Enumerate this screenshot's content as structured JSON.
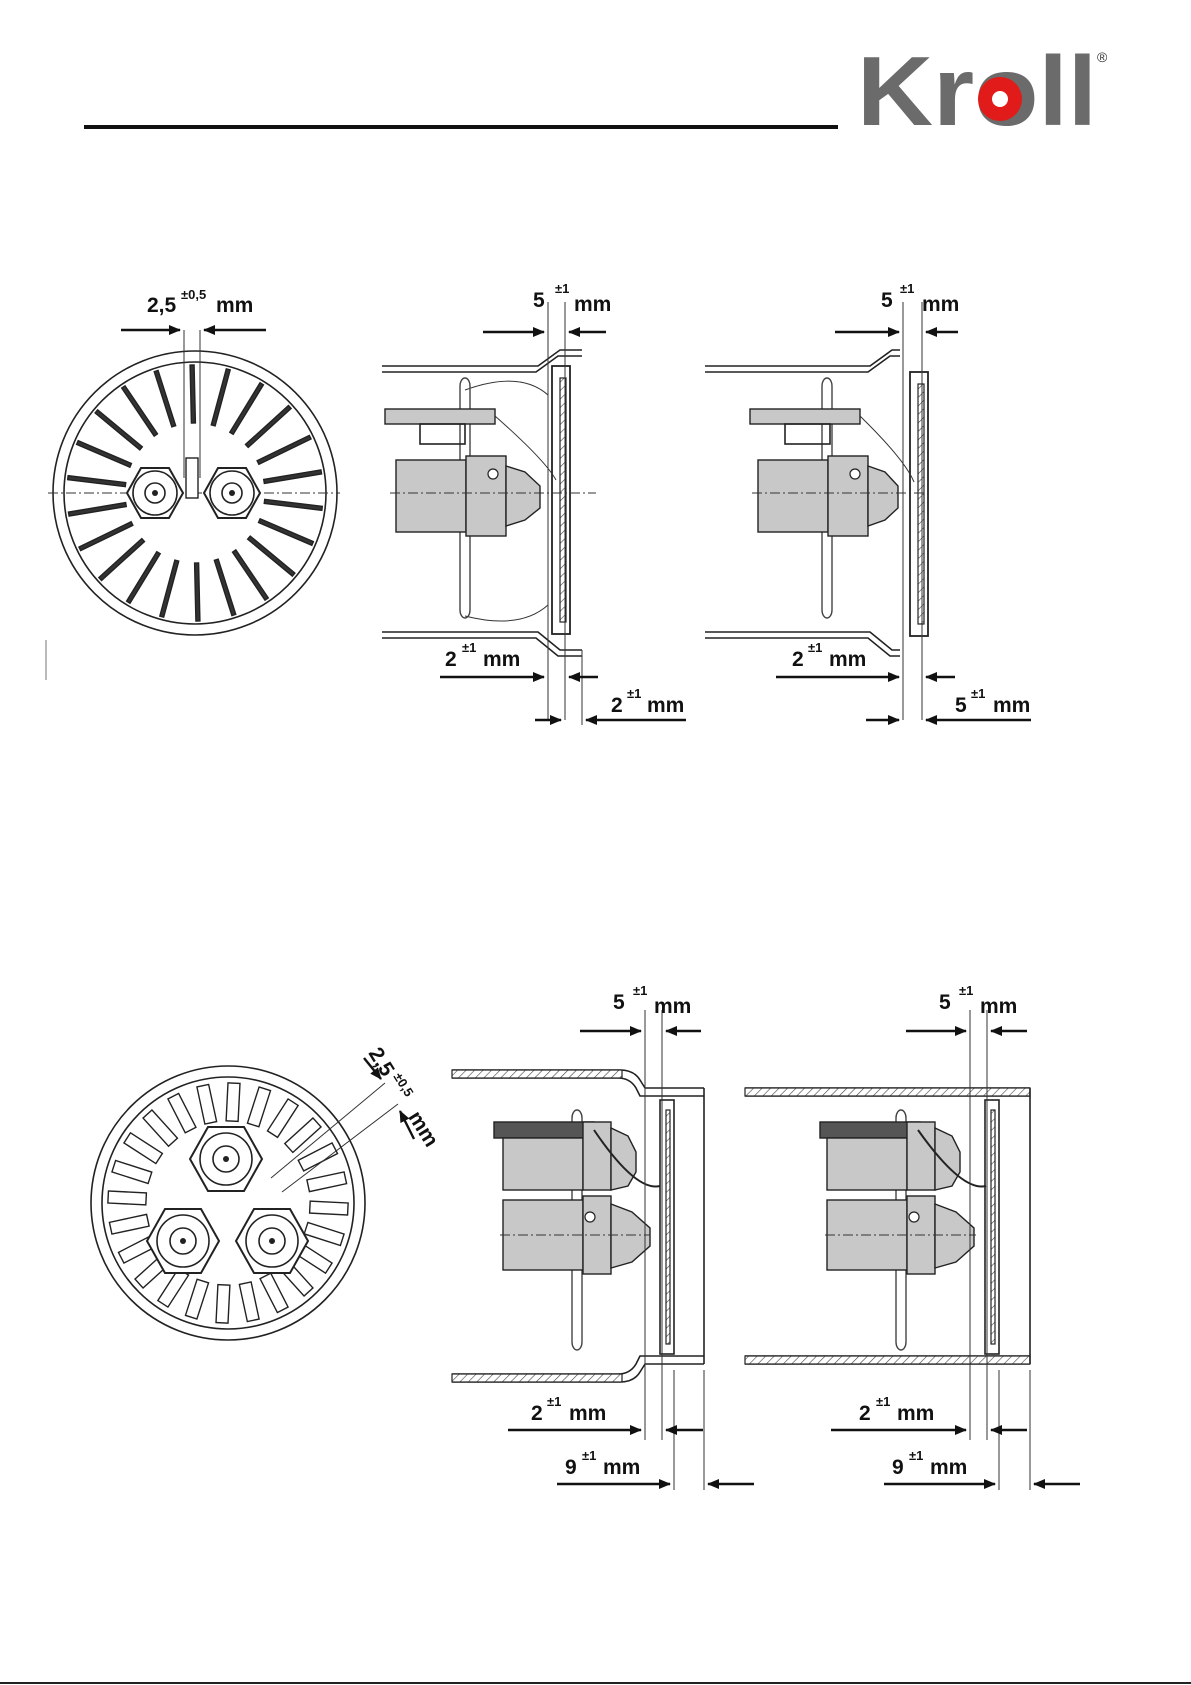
{
  "header": {
    "logo_text": "Kroll",
    "registered_mark": "®"
  },
  "top_row": {
    "front_view": {
      "dim_value": "2,5",
      "dim_tol": "±0,5",
      "dim_unit": "mm"
    },
    "side_view_left": {
      "top_dim": {
        "value": "5",
        "tol": "±1",
        "unit": "mm"
      },
      "bottom_dim": {
        "value": "2",
        "tol": "±1",
        "unit": "mm"
      },
      "lower_dim": {
        "value": "2",
        "tol": "±1",
        "unit": "mm"
      }
    },
    "side_view_right": {
      "top_dim": {
        "value": "5",
        "tol": "±1",
        "unit": "mm"
      },
      "bottom_dim": {
        "value": "2",
        "tol": "±1",
        "unit": "mm"
      },
      "lower_dim": {
        "value": "5",
        "tol": "±1",
        "unit": "mm"
      }
    }
  },
  "bottom_row": {
    "front_view": {
      "dim_value": "2,5",
      "dim_tol": "±0,5",
      "dim_unit": "mm"
    },
    "side_view_left": {
      "top_dim": {
        "value": "5",
        "tol": "±1",
        "unit": "mm"
      },
      "bottom_dim": {
        "value": "2",
        "tol": "±1",
        "unit": "mm"
      },
      "lower_dim": {
        "value": "9",
        "tol": "±1",
        "unit": "mm"
      }
    },
    "side_view_right": {
      "top_dim": {
        "value": "5",
        "tol": "±1",
        "unit": "mm"
      },
      "bottom_dim": {
        "value": "2",
        "tol": "±1",
        "unit": "mm"
      },
      "lower_dim": {
        "value": "9",
        "tol": "±1",
        "unit": "mm"
      }
    }
  }
}
